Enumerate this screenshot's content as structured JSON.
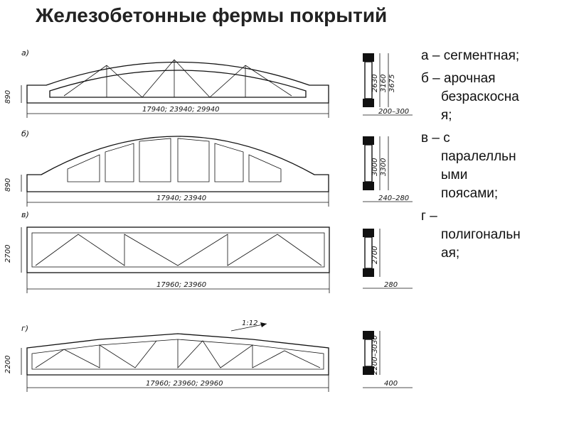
{
  "title": "Железобетонные фермы покрытий",
  "trusses": [
    {
      "letter": "а)",
      "span": "17940; 23940; 29940",
      "end_height": "890",
      "section_heights": [
        "2630",
        "3160",
        "3675"
      ],
      "section_width": "200–300"
    },
    {
      "letter": "б)",
      "span": "17940; 23940",
      "end_height": "890",
      "section_heights": [
        "3000",
        "3300"
      ],
      "section_width": "240–280"
    },
    {
      "letter": "в)",
      "span": "17960; 23960",
      "end_height": "2700",
      "section_heights": [
        "2700"
      ],
      "section_width": "280"
    },
    {
      "letter": "г)",
      "span": "17960; 23960; 29960",
      "end_height": "2200",
      "section_heights": [
        "2200–3030"
      ],
      "section_width": "400",
      "slope": "1:12"
    }
  ],
  "legend": [
    {
      "first": "а – сегментная;",
      "rest": []
    },
    {
      "first": "б – арочная",
      "rest": [
        "безраскосна",
        "я;"
      ]
    },
    {
      "first": "в – с",
      "rest": [
        "паралелльн",
        "ыми",
        "поясами;"
      ]
    },
    {
      "first": "г –",
      "rest": [
        "полигональн",
        "ая;"
      ]
    }
  ]
}
